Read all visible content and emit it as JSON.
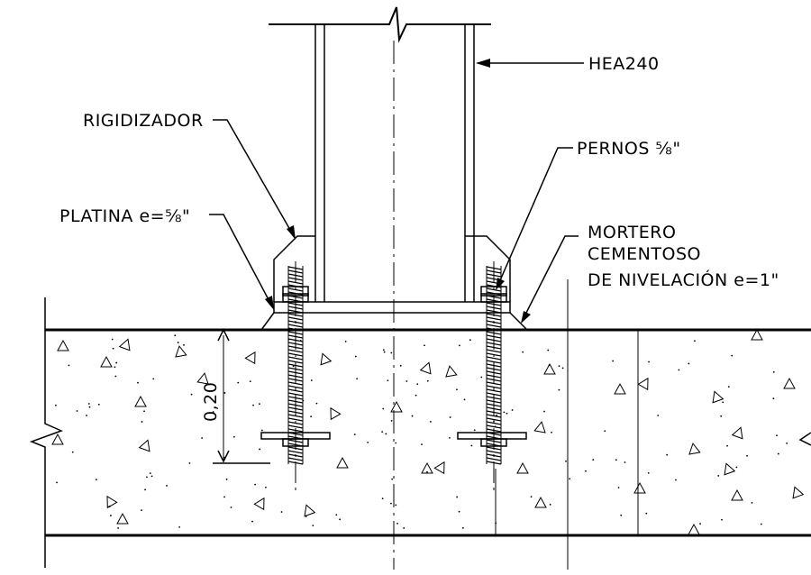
{
  "labels": {
    "hea": "HEA240",
    "rigidizador": "RIGIDIZADOR",
    "pernos": "PERNOS ⅝\"",
    "platina": "PLATINA e=⅝\"",
    "mortero_1": "MORTERO",
    "mortero_2": "CEMENTOSO",
    "mortero_3": "DE NIVELACIÓN e=1\"",
    "dimension": "0,20"
  },
  "colors": {
    "line": "#000000",
    "thin_line": "#555555",
    "background": "#ffffff"
  }
}
